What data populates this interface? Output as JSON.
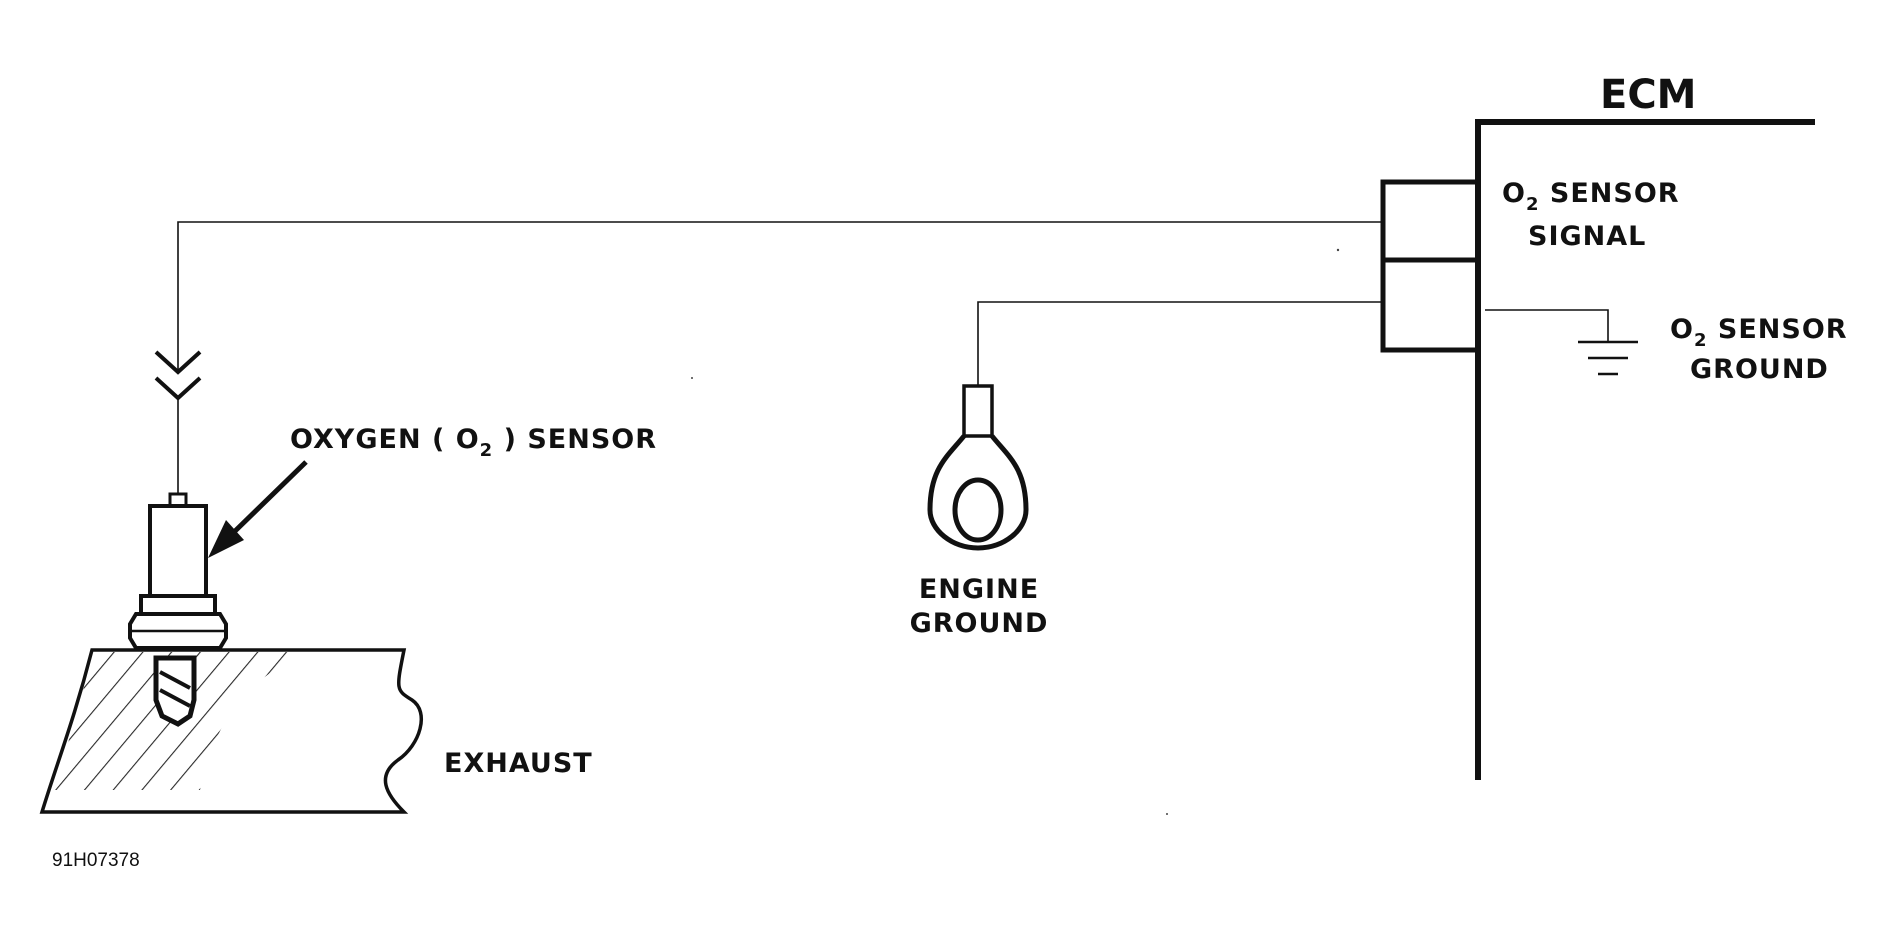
{
  "labels": {
    "ecm": "ECM",
    "o2_signal_prefix": "O",
    "o2_signal_sub": "2",
    "o2_signal_rest": " SENSOR",
    "o2_signal_line2": "SIGNAL",
    "o2_ground_prefix": "O",
    "o2_ground_sub": "2",
    "o2_ground_rest": " SENSOR",
    "o2_ground_line2": "GROUND",
    "oxygen_pre": "OXYGEN ( O",
    "oxygen_sub": "2",
    "oxygen_post": " ) SENSOR",
    "engine_ground_line1": "ENGINE",
    "engine_ground_line2": "GROUND",
    "exhaust": "EXHAUST",
    "figure_code": "91H07378"
  }
}
